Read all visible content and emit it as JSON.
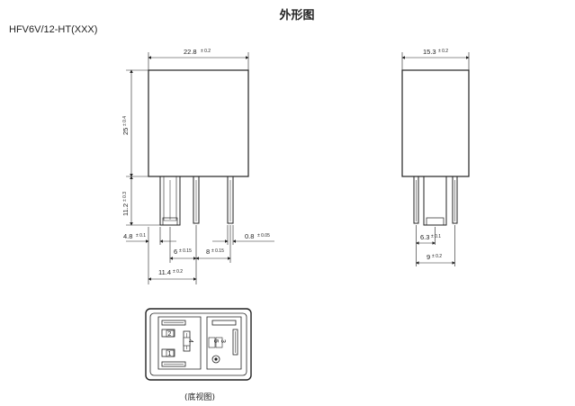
{
  "header": {
    "title": "外形图"
  },
  "model": "HFV6V/12-HT(XXX)",
  "front_view": {
    "width": "22.8",
    "width_tol": "± 0.2",
    "height": "25",
    "height_tol": "± 0.4",
    "pin_length": "11.2",
    "pin_length_tol": "± 0.3",
    "offset_left": "4.8",
    "offset_left_tol": "± 0.1",
    "pitch_1": "6",
    "pitch_1_tol": "± 0.15",
    "pitch_2": "8",
    "pitch_2_tol": "± 0.15",
    "pin_thickness": "0.8",
    "pin_thickness_tol": "± 0.05",
    "span": "11.4",
    "span_tol": "± 0.2"
  },
  "side_view": {
    "width": "15.3",
    "width_tol": "± 0.2",
    "pin_offset": "6.3",
    "pin_offset_tol": "± 0.1",
    "pin_span": "9",
    "pin_span_tol": "± 0.2"
  },
  "bottom_view": {
    "pins": [
      "1",
      "2",
      "3",
      "4",
      "5"
    ],
    "caption": "(底视图)"
  }
}
